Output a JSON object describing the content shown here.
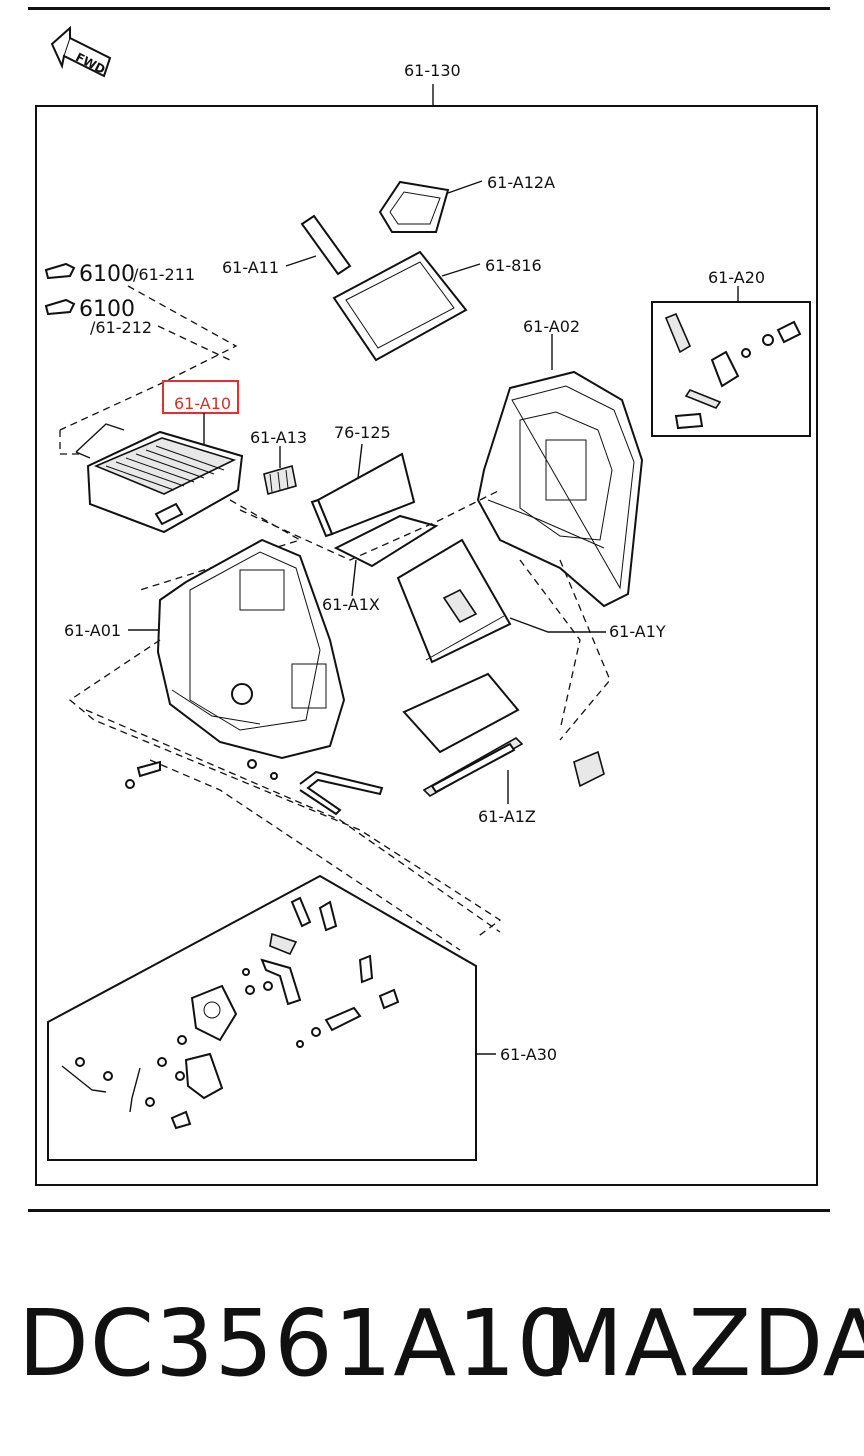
{
  "direction_marker": "FWD",
  "labels": {
    "assembly": "61-130",
    "seal_a": "61-A12A",
    "seal_b": "61-A11",
    "frame": "61-816",
    "ref_1_num": "6100",
    "ref_1_sub": "/61-211",
    "ref_2_num": "6100",
    "ref_2_sub": "/61-212",
    "link_kit": "61-A20",
    "case_upper": "61-A02",
    "filter": "61-A10",
    "clip": "61-A13",
    "evap": "76-125",
    "door_x": "61-A1X",
    "door_y": "61-A1Y",
    "case_lower": "61-A01",
    "door_z": "61-A1Z",
    "actuator_kit": "61-A30"
  },
  "highlight": {
    "label": "61-A10",
    "color": "#e03030"
  },
  "caption": {
    "part_number": "DC3561A10",
    "brand": "MAZDA"
  }
}
